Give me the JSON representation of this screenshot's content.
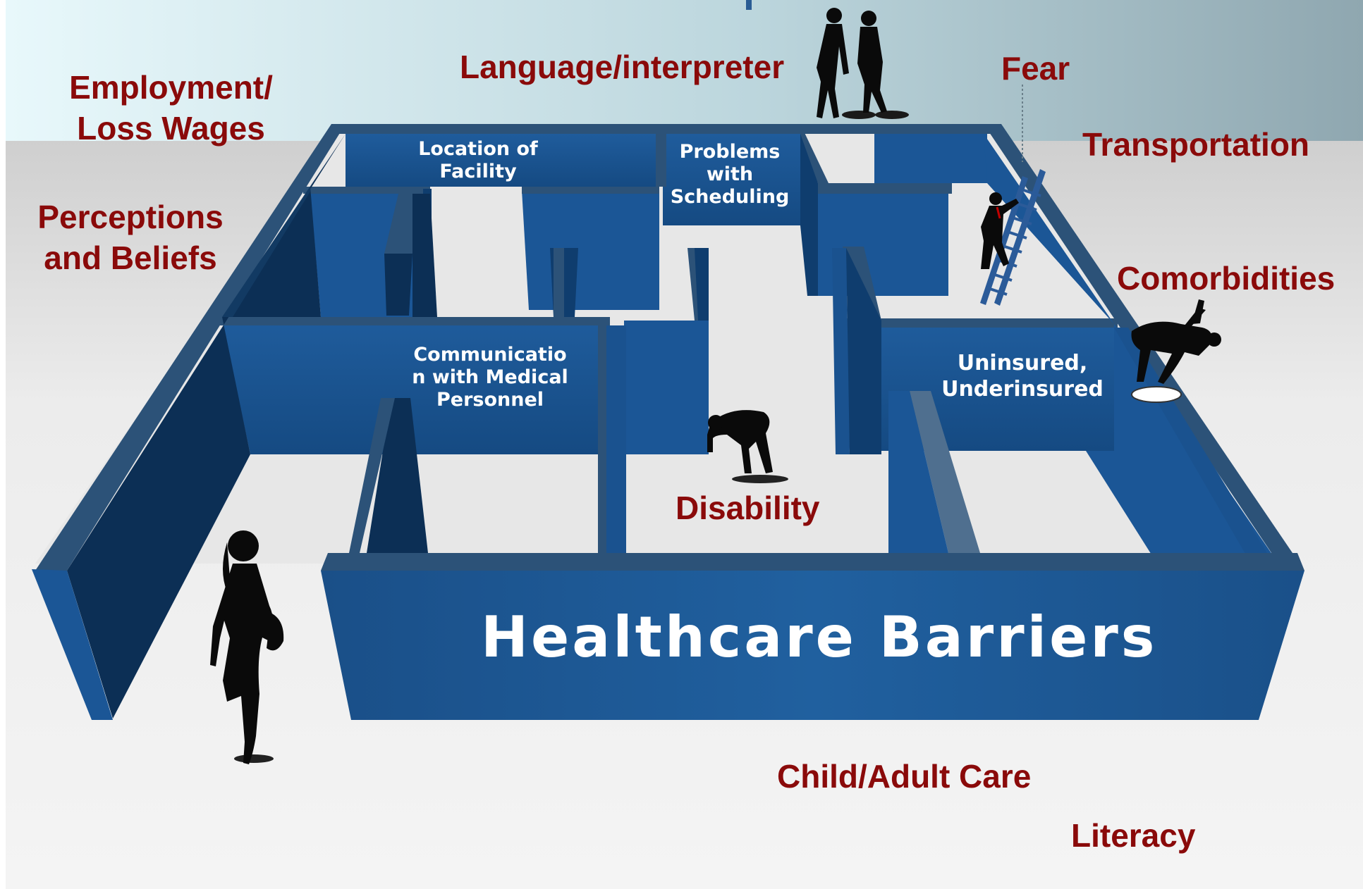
{
  "maze": {
    "title": "Healthcare Barriers",
    "rooms": {
      "location": "Location of\nFacility",
      "scheduling": "Problems\nwith\nScheduling",
      "communication": "Communicatio\nn with Medical\nPersonnel",
      "uninsured": "Uninsured,\nUnderinsured"
    }
  },
  "barriers": {
    "employment": "Employment/\nLoss Wages",
    "perceptions": "Perceptions\nand Beliefs",
    "language": "Language/interpreter",
    "fear": "Fear",
    "transportation": "Transportation",
    "comorbidities": "Comorbidities",
    "disability": "Disability",
    "child_adult_care": "Child/Adult Care",
    "literacy": "Literacy"
  },
  "colors": {
    "label_red": "#8a0a0a",
    "wall_blue": "#1b5696",
    "wall_top": "#2c5278",
    "wall_dark": "#0a2a4a",
    "floor": "#f2f2f2",
    "sky": "#c7dde3"
  }
}
